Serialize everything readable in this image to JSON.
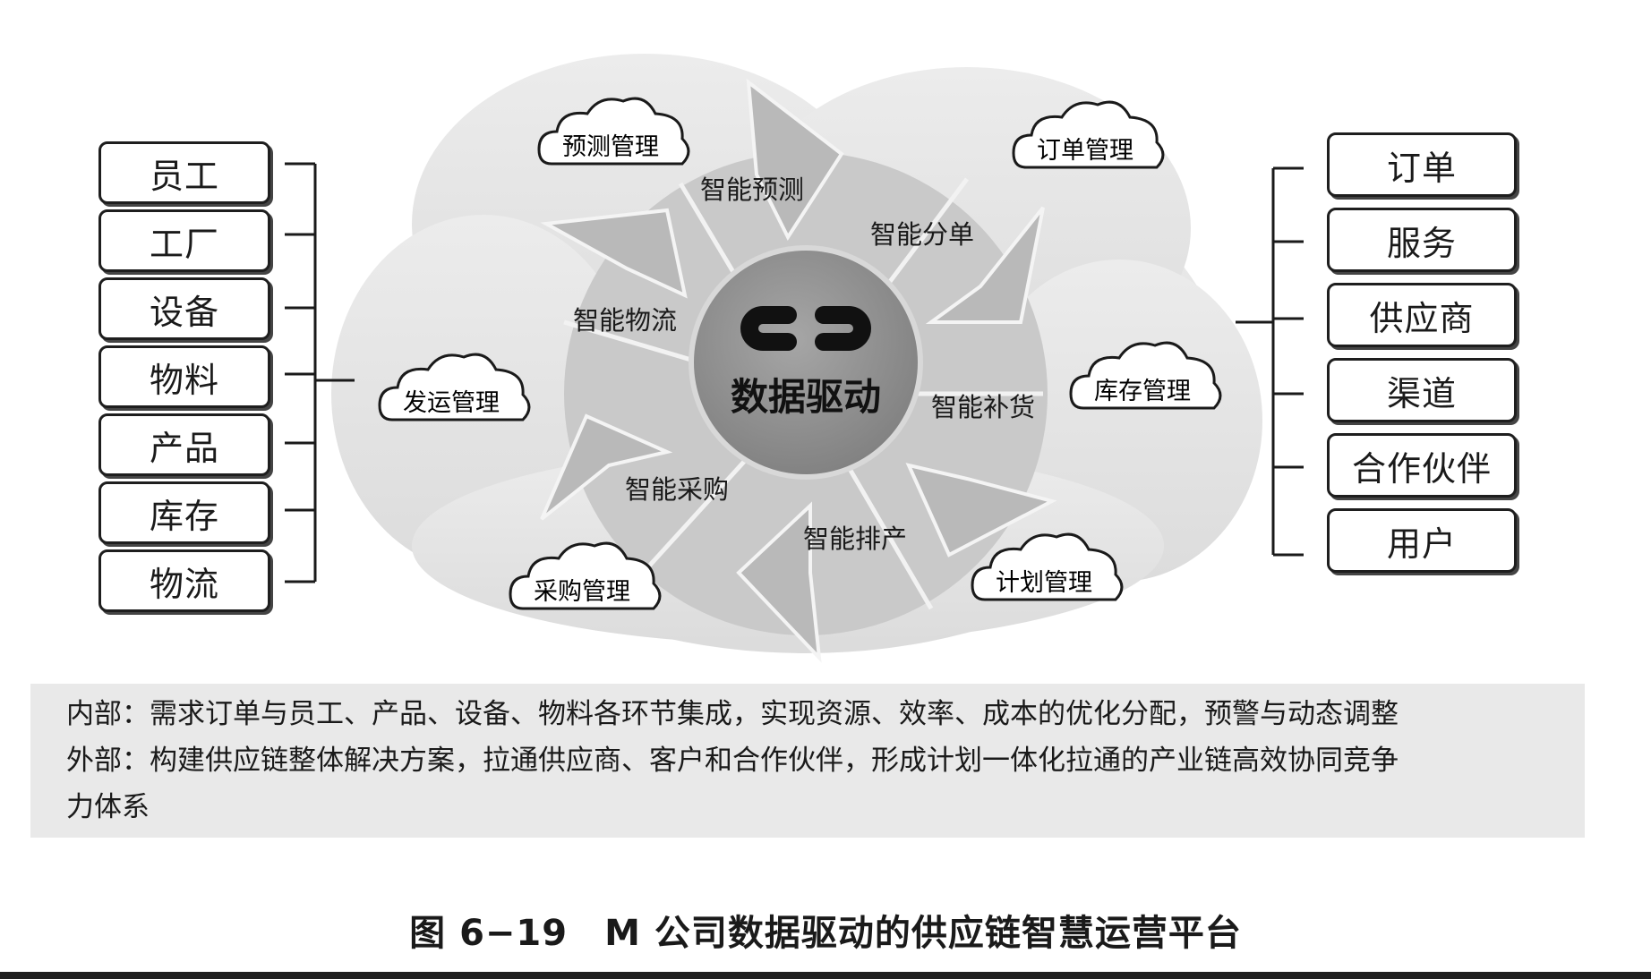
{
  "left_items": [
    "员工",
    "工厂",
    "设备",
    "物料",
    "产品",
    "库存",
    "物流"
  ],
  "right_items": [
    "订单",
    "服务",
    "供应商",
    "渠道",
    "合作伙伴",
    "用户"
  ],
  "center": {
    "label": "数据驱动",
    "icon": "link-icon"
  },
  "ring_segments": [
    "智能预测",
    "智能分单",
    "智能补货",
    "智能排产",
    "智能采购",
    "智能物流"
  ],
  "cloud_tags": [
    "预测管理",
    "订单管理",
    "库存管理",
    "计划管理",
    "采购管理",
    "发运管理"
  ],
  "description": {
    "internal": "内部：需求订单与员工、产品、设备、物料各环节集成，实现资源、效率、成本的优化分配，预警与动态调整",
    "external_line1": "外部：构建供应链整体解决方案，拉通供应商、客户和合作伙伴，形成计划一体化拉通的产业链高效协同竞争",
    "external_line2": "力体系"
  },
  "caption": "图 6−19　M 公司数据驱动的供应链智慧运营平台",
  "colors": {
    "cloud_bg": "#e4e4e4",
    "ring": "#c6c6c6",
    "arrow": "#bdbdbd",
    "center": "#8d8d8d"
  }
}
